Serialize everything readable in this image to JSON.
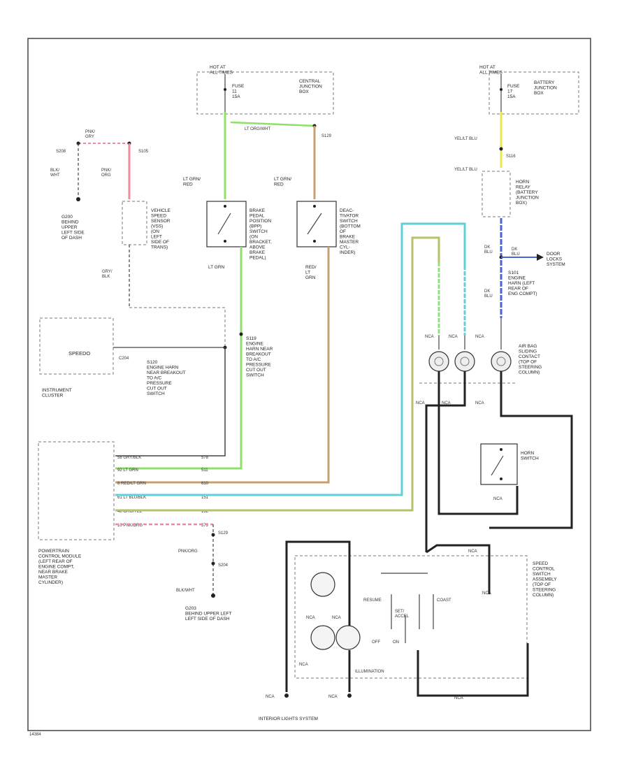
{
  "labels": {
    "hot_at_left": "HOT AT\nALL TIMES",
    "fuse_left": "FUSE\n11\n15A",
    "cjb": "CENTRAL\nJUNCTION\nBOX",
    "hot_at_right": "HOT AT\nALL TIMES",
    "fuse_right": "FUSE\n17\n15A",
    "bjb": "BATTERY\nJUNCTION\nBOX",
    "pnk_gry_top": "PNK/\nGRY",
    "s208": "S208",
    "blk_wht_left": "BLK/\nWHT",
    "s105": "S105",
    "pnk_org": "PNK/\nORG",
    "g200": "G200\nBEHIND\nUPPER\nLEFT SIDE\nOF DASH",
    "vss": "VEHICLE\nSPEED\nSENSOR\n(VSS)\n(ON\nLEFT\nSIDE OF\nTRANS)",
    "gry_blk": "GRY/\nBLK",
    "lt_grn_red_1": "LT GRN/\nRED",
    "lt_org_wht": "LT ORG/WHT",
    "s129": "S129",
    "lt_grn_red_2": "LT GRN/\nRED",
    "bpp": "BRAKE\nPEDAL\nPOSITION\n(BPP)\nSWITCH\n(ON\nBRACKET,\nABOVE\nBRAKE\nPEDAL)",
    "deact": "DEAC-\nTIVATOR\nSWITCH\n(BOTTOM\nOF\nBRAKE\nMASTER\nCYL-\nINDER)",
    "lt_grn": "LT GRN",
    "red_lt_grn": "RED/\nLT\nGRN",
    "yel_blk_1": "YEL/LT BLU",
    "s116": "S116",
    "yel_blk_2": "YEL/LT BLU",
    "horn_relay": "HORN\nRELAY\n(BATTERY\nJUNCTION\nBOX)",
    "dk_blu_1": "DK\nBLU",
    "dk_blu_2": "DK\nBLU",
    "door_locks": "DOOR\nLOCKS\nSYSTEM",
    "s101": "S101\nENGINE\nHARN (LEFT\nREAR OF\nENG COMPT)",
    "dk_blu_3": "DK\nBLU",
    "speedo": "SPEEDO",
    "c204": "C204",
    "instr": "INSTRUMENT\nCLUSTER",
    "s120": "S120\nENGINE HARN\nNEAR BREAKOUT\nTO A/C\nPRESSURE\nCUT OUT\nSWITCH",
    "s119": "S119\nENGINE\nHARN NEAR\nBREAKOUT\nTO A/C\nPRESSURE\nCUT OUT\nSWITCH",
    "nca1": "NCA",
    "nca2": "NCA",
    "nca3": "NCA",
    "airbag": "AIR BAG\nSLIDING\nCONTACT\n(TOP OF\nSTEERING\nCOLUMN)",
    "nca4": "NCA",
    "nca5": "NCA",
    "nca6": "NCA",
    "horn_switch": "HORN\nSWITCH",
    "nca7": "NCA",
    "pcm": "POWERTRAIN\nCONTROL MODULE\n(LEFT REAR OF\nENGINE COMPT,\nNEAR BRAKE\nMASTER\nCYLINDER)",
    "pin_a": "58 GRY/BLK",
    "pin_b": "92 LT GRN",
    "pin_c": "8 RED/LT GRN",
    "pin_d": "61 LT BLU/BLK",
    "pin_e": "48 ORG/YEL",
    "pin_f": "10 PNK/ORG",
    "s_pin_a": "578",
    "s_pin_b": "511",
    "s_pin_c": "610",
    "s_pin_d": "151",
    "s_pin_e": "152",
    "s_pin_f": "579",
    "s129b": "S129",
    "pnk_org_b": "PNK/ORG",
    "s204": "S204",
    "blk_wht_b": "BLK/WHT",
    "g203": "G203\nBEHIND UPPER LEFT\nLEFT SIDE OF DASH",
    "speed_ctrl": "SPEED\nCONTROL\nSWITCH\nASSEMBLY\n(TOP OF\nSTEERING\nCOLUMN)",
    "resume": "RESUME",
    "set_acc": "SET/\nACCEL",
    "coast": "COAST",
    "off": "OFF",
    "on": "ON",
    "nca8": "NCA",
    "nca9": "NCA",
    "nca10": "NCA",
    "nca11": "NCA",
    "illum": "ILLUMINATION",
    "nca12": "NCA",
    "nca13": "NCA",
    "int_lights": "INTERIOR LIGHTS SYSTEM",
    "nca_t1": "NCA",
    "nca_t2": "NCA",
    "footer": "14384"
  },
  "colors": {
    "pink": "#f08aa0",
    "lt_green": "#8ee06a",
    "tan": "#c8a070",
    "yellow": "#e8e84a",
    "cyan": "#5fd0d8",
    "blue": "#4a62d8",
    "olive": "#b7c26a",
    "ltgreen2": "#8ce07e"
  }
}
